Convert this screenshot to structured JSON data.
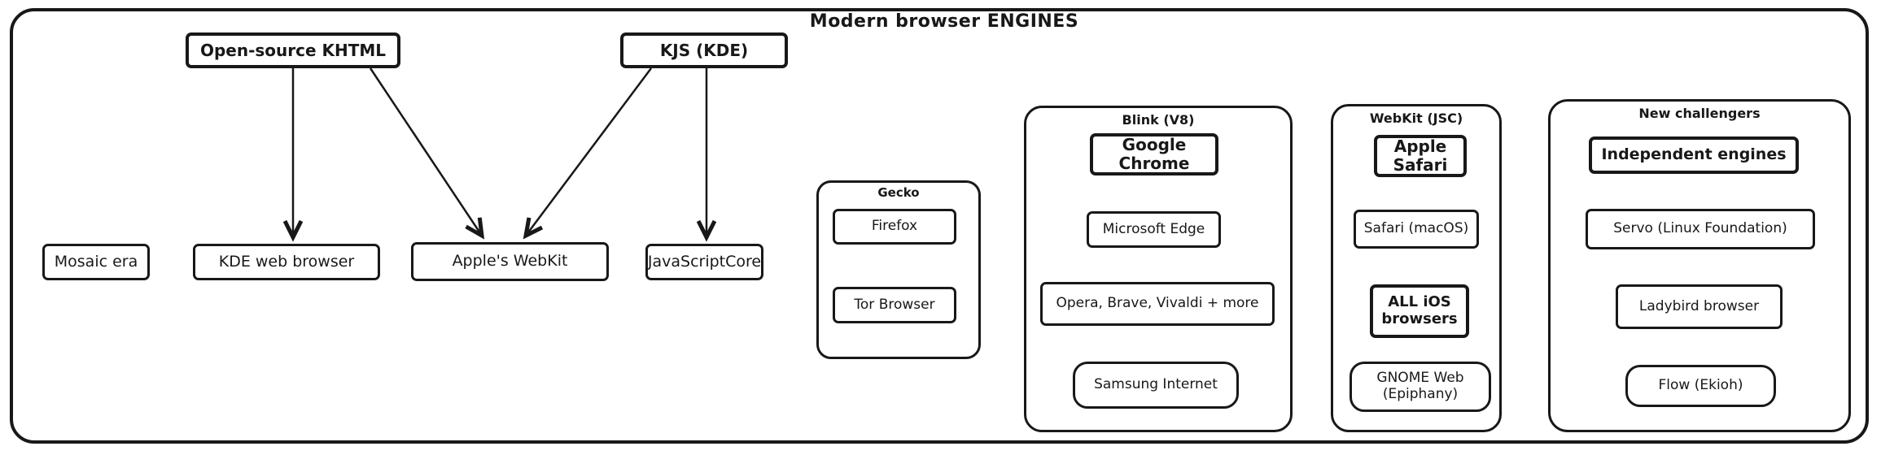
{
  "title": "Modern browser ENGINES",
  "tree": {
    "parents": [
      {
        "label": "Open-source KHTML"
      },
      {
        "label": "KJS (KDE)"
      }
    ],
    "children": [
      {
        "label": "Mosaic era"
      },
      {
        "label": "KDE web browser"
      },
      {
        "label": "Apple's WebKit"
      },
      {
        "label": "JavaScriptCore"
      }
    ]
  },
  "groups": {
    "gecko": {
      "header": "Gecko",
      "items": [
        {
          "label": "Firefox"
        },
        {
          "label": "Tor Browser"
        }
      ]
    },
    "blink": {
      "header": "Blink (V8)",
      "items": [
        {
          "label": "Google\nChrome"
        },
        {
          "label": "Microsoft Edge"
        },
        {
          "label": "Opera, Brave, Vivaldi + more"
        },
        {
          "label": "Samsung Internet"
        }
      ]
    },
    "webkit": {
      "header": "WebKit (JSC)",
      "items": [
        {
          "label": "Apple\nSafari"
        },
        {
          "label": "Safari (macOS)"
        },
        {
          "label": "ALL iOS\nbrowsers"
        },
        {
          "label": "GNOME Web\n(Epiphany)"
        }
      ]
    },
    "newcomers": {
      "header": "New challengers",
      "items": [
        {
          "label": "Independent engines"
        },
        {
          "label": "Servo (Linux Foundation)"
        },
        {
          "label": "Ladybird browser"
        },
        {
          "label": "Flow (Ekioh)"
        }
      ]
    }
  },
  "colors": {
    "stroke": "#181818",
    "background": "#ffffff"
  }
}
